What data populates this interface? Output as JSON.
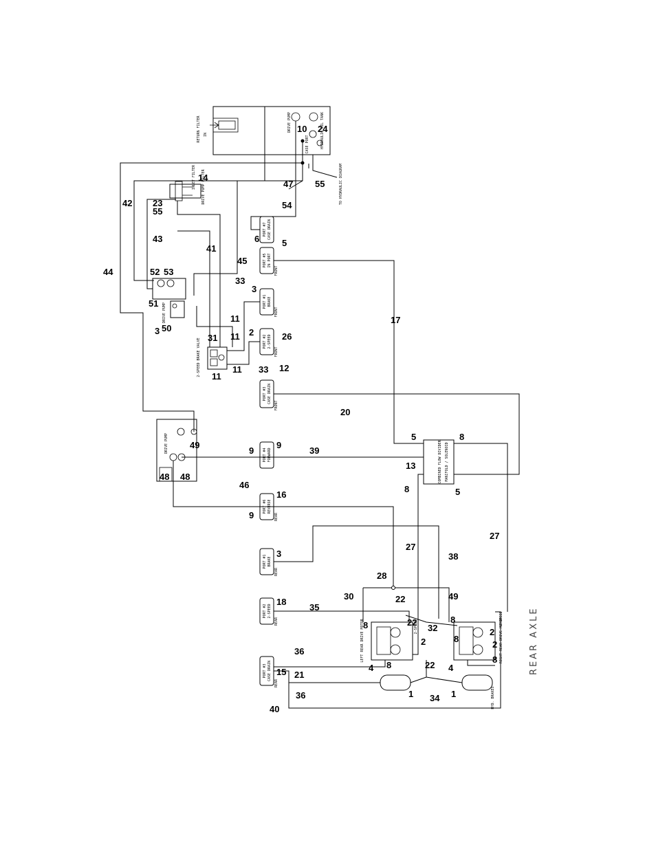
{
  "diagram": {
    "footer_label": "REAR AXLE",
    "components": {
      "tank": "HYDRAULIC OIL TANK",
      "return_filter": "RETURN FILTER",
      "tank_in": "IN",
      "drive_pump_port": "DRIVE PUMP",
      "case_port": "CASE PORT",
      "to_hydraulic_diagram": "TO HYDRAULIC DIAGRAM",
      "inlet_filter": "INLET FILTER",
      "drive_pump_filter": "DRIVE PUMP FILTER",
      "drive_pump_upper": "DRIVE PUMP",
      "drive_pump_main": "DRIVE PUMP",
      "brake_valve": "2-SPEED BRAKE VALVE",
      "flow_divider": "COMBINED FLOW DIVIDER",
      "flow_divider_sub": "MANIFOLD / SOLENOID",
      "left_motor": "LEFT REAR DRIVE MOTOR",
      "right_motor": "RIGHT REAR DRIVE MOTOR",
      "brakes": "HYD. BRAKES",
      "two_speed": "2-SPEED"
    },
    "ports": [
      {
        "id": "p-m7",
        "line1": "PORT #7",
        "line2": "CASE DRAIN",
        "side": ""
      },
      {
        "id": "p-m5",
        "line1": "PORT #5",
        "line2": "IN PORT",
        "side": "FRONT"
      },
      {
        "id": "p-m1",
        "line1": "PORT #1",
        "line2": "BRAKE",
        "side": "FRONT"
      },
      {
        "id": "p-m2",
        "line1": "PORT #2",
        "line2": "2-SPEED",
        "side": "FRONT"
      },
      {
        "id": "p-m3",
        "line1": "PORT #3",
        "line2": "CASE DRAIN",
        "side": "FRONT"
      },
      {
        "id": "p-m4",
        "line1": "PORT #4",
        "line2": "FORWARD",
        "side": ""
      },
      {
        "id": "p-m6",
        "line1": "PORT #6",
        "line2": "REVERSE",
        "side": "REAR"
      },
      {
        "id": "p-m8",
        "line1": "PORT #1",
        "line2": "BRAKE",
        "side": "REAR"
      },
      {
        "id": "p-m9",
        "line1": "PORT #2",
        "line2": "2-SPEED",
        "side": "REAR"
      },
      {
        "id": "p-m10",
        "line1": "PORT #3",
        "line2": "CASE DRAIN",
        "side": "REAR"
      }
    ],
    "numbers": [
      "10",
      "24",
      "14",
      "47",
      "55",
      "23",
      "55",
      "42",
      "43",
      "54",
      "6",
      "5",
      "44",
      "41",
      "45",
      "52",
      "53",
      "51",
      "50",
      "3",
      "3",
      "33",
      "11",
      "31",
      "11",
      "2",
      "26",
      "33",
      "11",
      "11",
      "17",
      "12",
      "20",
      "5",
      "8",
      "13",
      "8",
      "5",
      "49",
      "48",
      "48",
      "46",
      "9",
      "9",
      "39",
      "9",
      "16",
      "27",
      "27",
      "3",
      "28",
      "38",
      "30",
      "22",
      "18",
      "35",
      "49",
      "8",
      "22",
      "32",
      "2",
      "8",
      "8",
      "2",
      "2",
      "8",
      "15",
      "36",
      "21",
      "4",
      "8",
      "22",
      "34",
      "4",
      "1",
      "1",
      "40",
      "36"
    ]
  }
}
